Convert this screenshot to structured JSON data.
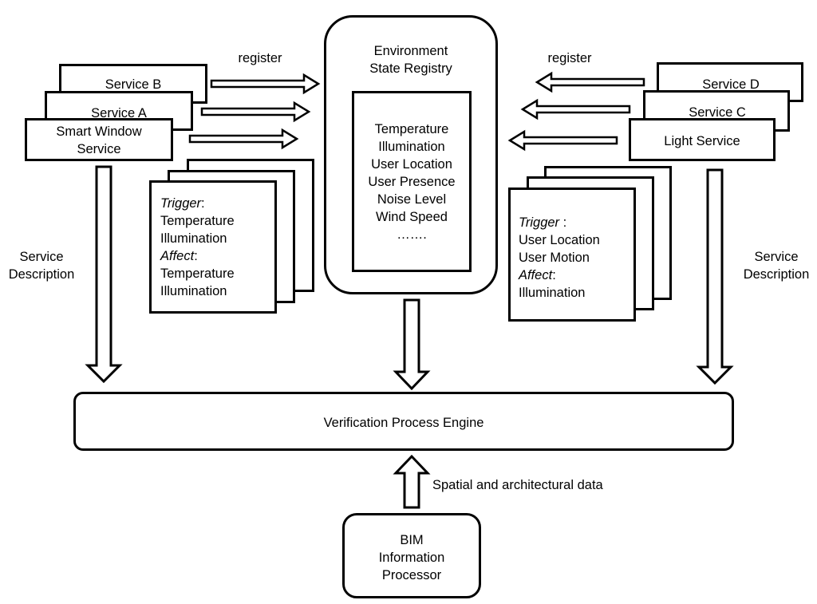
{
  "registry": {
    "title_line1": "Environment",
    "title_line2": "State Registry",
    "states": [
      "Temperature",
      "Illumination",
      "User Location",
      "User Presence",
      "Noise Level",
      "Wind Speed",
      "……."
    ]
  },
  "left_services": {
    "register_label": "register",
    "service_b": "Service B",
    "service_a": "Service A",
    "smart_window_line1": "Smart Window",
    "smart_window_line2": "Service",
    "description_line1": "Service",
    "description_line2": "Description",
    "card": {
      "trigger_label": "Trigger",
      "trigger_suffix": ":",
      "trigger_items": [
        "Temperature",
        "Illumination"
      ],
      "affect_label": "Affect",
      "affect_suffix": ":",
      "affect_items": [
        "Temperature",
        "Illumination"
      ]
    }
  },
  "right_services": {
    "register_label": "register",
    "service_d": "Service D",
    "service_c": "Service C",
    "light_service": "Light Service",
    "description_line1": "Service",
    "description_line2": "Description",
    "card": {
      "trigger_label": "Trigger",
      "trigger_suffix": " :",
      "trigger_items": [
        "User Location",
        "User Motion"
      ],
      "affect_label": "Affect",
      "affect_suffix": ":",
      "affect_items": [
        "Illumination"
      ]
    }
  },
  "engine": {
    "label": "Verification Process Engine"
  },
  "bim": {
    "arrow_label": "Spatial and architectural data",
    "line1": "BIM",
    "line2": "Information",
    "line3": "Processor"
  }
}
